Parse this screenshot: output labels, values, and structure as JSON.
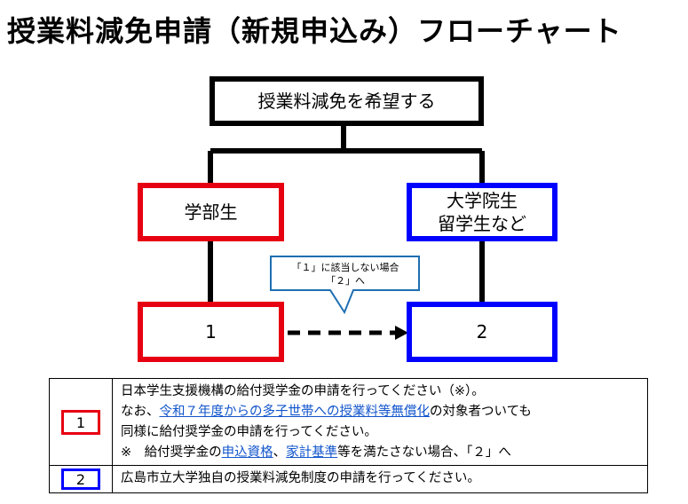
{
  "title": "授業料減免申請（新規申込み）フローチャート",
  "nodes": {
    "top": "授業料減免を希望する",
    "undergrad": "学部生",
    "grad_line1": "大学院生",
    "grad_line2": "留学生など",
    "step1": "1",
    "step2": "2"
  },
  "callout": {
    "line1": "「１」に該当しない場合",
    "line2": "「２」へ"
  },
  "table": {
    "row1": {
      "key": "1",
      "line1": "日本学生支援機構の給付奨学金の申請を行ってください（※）。",
      "line2_prefix": "なお、",
      "line2_link": "令和７年度からの多子世帯への授業料等無償化",
      "line2_suffix": "の対象者ついても",
      "line3": "同様に給付奨学金の申請を行ってください。",
      "line4_prefix": "※　給付奨学金の",
      "line4_link1": "申込資格",
      "line4_sep": "、",
      "line4_link2": "家計基準",
      "line4_suffix": "等を満たさない場合、「２」へ"
    },
    "row2": {
      "key": "2",
      "text": "広島市立大学独自の授業料減免制度の申請を行ってください。"
    }
  },
  "colors": {
    "red": "#e60012",
    "blue": "#0000ff",
    "black": "#000000",
    "link": "#1155cc",
    "callout_border": "#1f6fb2"
  }
}
